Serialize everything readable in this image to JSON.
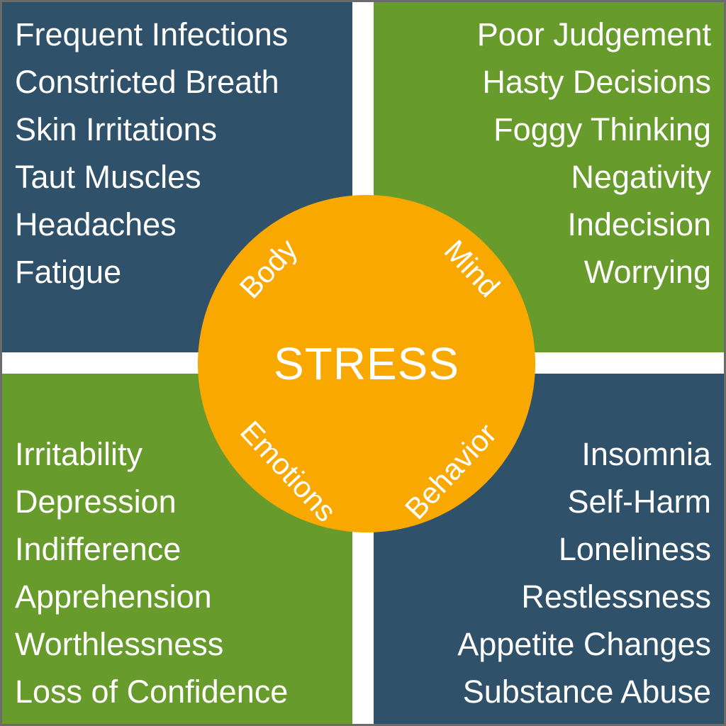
{
  "colors": {
    "blue": "#2f5169",
    "green": "#679b2b",
    "orange": "#f9a800",
    "white": "#ffffff",
    "border": "#6b6b6b"
  },
  "center": {
    "title": "STRESS",
    "arc_labels": {
      "body": "Body",
      "mind": "Mind",
      "emotions": "Emotions",
      "behavior": "Behavior"
    }
  },
  "quadrants": {
    "body": {
      "category": "Body",
      "color": "#2f5169",
      "align": "left",
      "items": [
        "Frequent Infections",
        "Constricted Breath",
        "Skin Irritations",
        "Taut Muscles",
        "Headaches",
        "Fatigue"
      ]
    },
    "mind": {
      "category": "Mind",
      "color": "#679b2b",
      "align": "right",
      "items": [
        "Poor Judgement",
        "Hasty Decisions",
        "Foggy Thinking",
        "Negativity",
        "Indecision",
        "Worrying"
      ]
    },
    "emotions": {
      "category": "Emotions",
      "color": "#679b2b",
      "align": "left",
      "items": [
        "Irritability",
        "Depression",
        "Indifference",
        "Apprehension",
        "Worthlessness",
        "Loss of Confidence"
      ]
    },
    "behavior": {
      "category": "Behavior",
      "color": "#2f5169",
      "align": "right",
      "items": [
        "Insomnia",
        "Self-Harm",
        "Loneliness",
        "Restlessness",
        "Appetite Changes",
        "Substance Abuse"
      ]
    }
  }
}
